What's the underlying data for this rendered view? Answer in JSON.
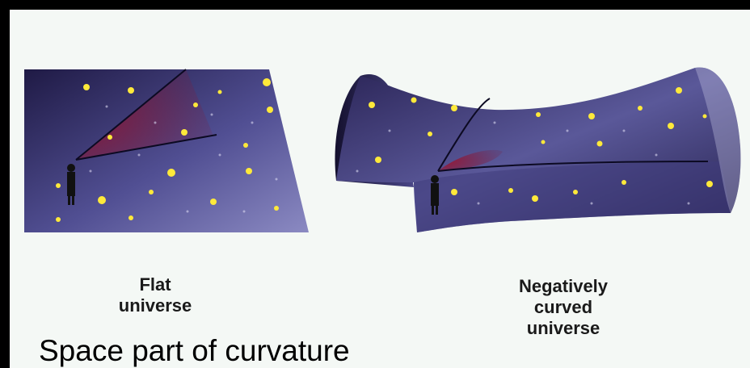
{
  "labels": {
    "flat": [
      "Flat",
      "universe"
    ],
    "negative": [
      "Negatively",
      "curved",
      "universe"
    ]
  },
  "caption": "Space part of curvature",
  "colors": {
    "background": "#f4f8f5",
    "border": "#000000",
    "surface_dark": "#1c1840",
    "surface_light": "#8a88c0",
    "star": "#ffe93a",
    "light_cone": "#8a1428",
    "observer": "#111111"
  },
  "icons": [
    "observer-figure-icon",
    "light-cone-icon",
    "star-icon"
  ]
}
